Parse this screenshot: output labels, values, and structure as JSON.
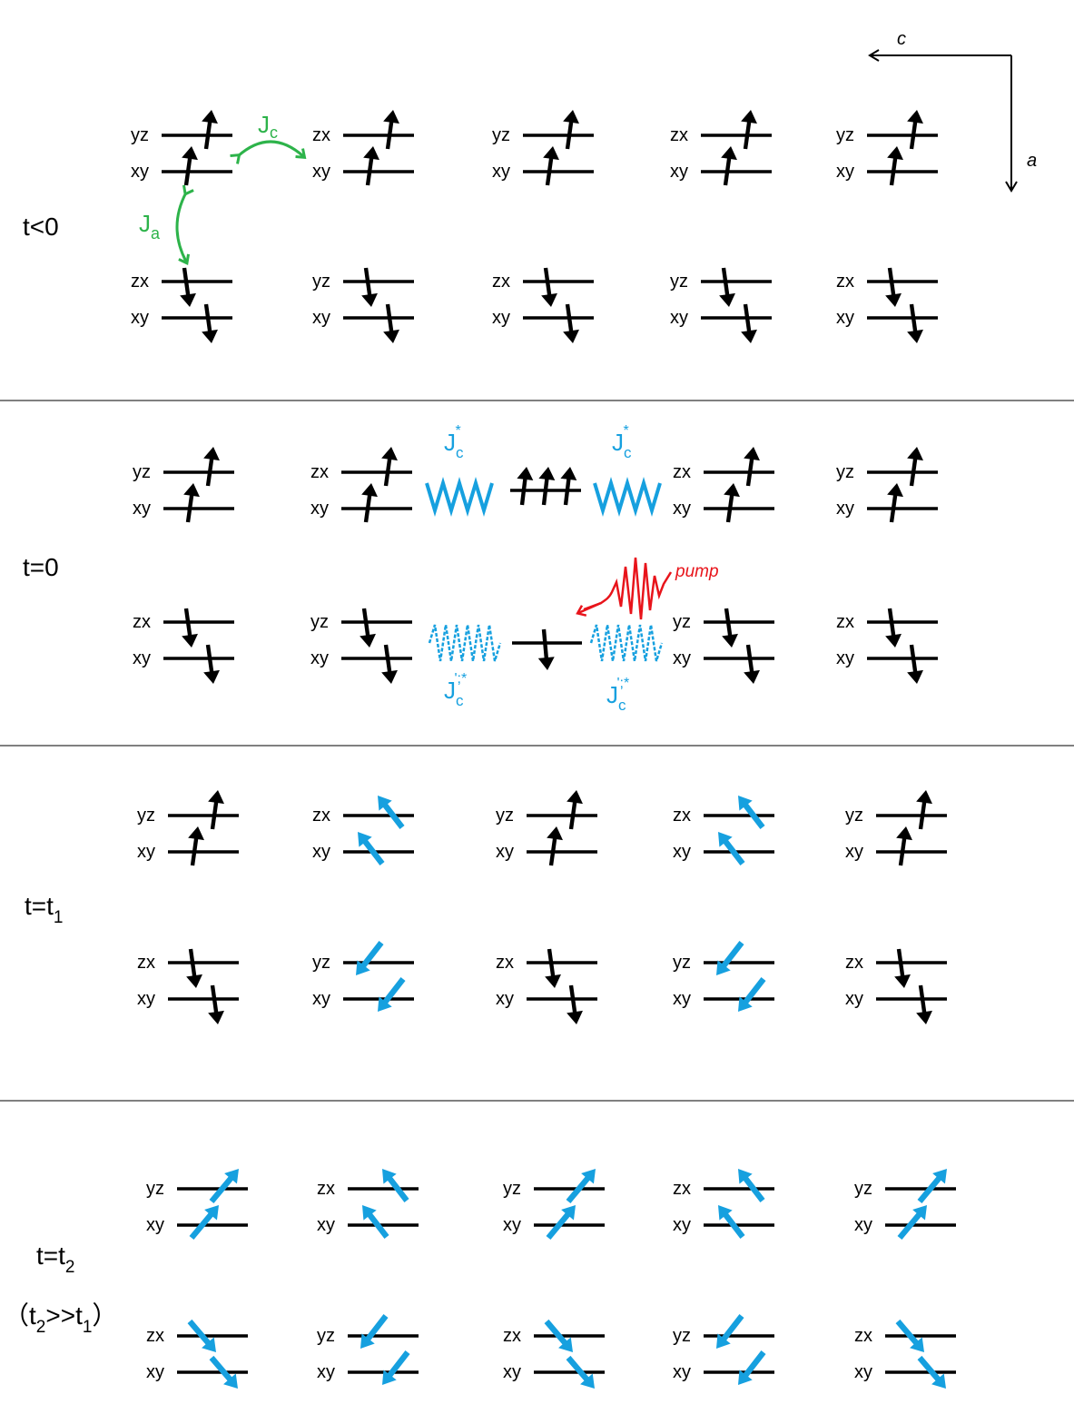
{
  "axes": {
    "c_label": "c",
    "a_label": "a"
  },
  "colors": {
    "black": "#000000",
    "green": "#2db34a",
    "blue": "#16a0df",
    "red": "#e8141b"
  },
  "coupling_labels": {
    "Jc": {
      "main": "J",
      "sub": "c"
    },
    "Ja": {
      "main": "J",
      "sub": "a"
    },
    "Jc_star": {
      "main": "J",
      "sub": "c",
      "sup": "*"
    },
    "Jc_prime_star": {
      "main": "J",
      "sub": "c",
      "sup": "';*"
    },
    "pump": "pump"
  },
  "time_labels": {
    "t_lt_0": "t<0",
    "t_eq_0": "t=0",
    "t_eq_t1": {
      "main": "t=t",
      "sub": "1"
    },
    "t_eq_t2": {
      "main": "t=t",
      "sub": "2"
    },
    "t2_cond": {
      "open": "（t",
      "sub1": "2",
      "mid": ">>t",
      "sub2": "1",
      "close": "）"
    }
  },
  "orbital_labels": {
    "panel1": {
      "top": [
        [
          "yz",
          "xy"
        ],
        [
          "zx",
          "xy"
        ],
        [
          "yz",
          "xy"
        ],
        [
          "zx",
          "xy"
        ],
        [
          "yz",
          "xy"
        ]
      ],
      "bottom": [
        [
          "zx",
          "xy"
        ],
        [
          "yz",
          "xy"
        ],
        [
          "zx",
          "xy"
        ],
        [
          "yz",
          "xy"
        ],
        [
          "zx",
          "xy"
        ]
      ]
    },
    "panel2": {
      "top": [
        [
          "yz",
          "xy"
        ],
        [
          "zx",
          "xy"
        ],
        [
          "zx",
          "xy"
        ],
        [
          "yz",
          "xy"
        ]
      ],
      "bottom": [
        [
          "zx",
          "xy"
        ],
        [
          "yz",
          "xy"
        ],
        [
          "yz",
          "xy"
        ],
        [
          "zx",
          "xy"
        ]
      ]
    },
    "panel3": {
      "top": [
        [
          "yz",
          "xy"
        ],
        [
          "zx",
          "xy"
        ],
        [
          "yz",
          "xy"
        ],
        [
          "zx",
          "xy"
        ],
        [
          "yz",
          "xy"
        ]
      ],
      "bottom": [
        [
          "zx",
          "xy"
        ],
        [
          "yz",
          "xy"
        ],
        [
          "zx",
          "xy"
        ],
        [
          "yz",
          "xy"
        ],
        [
          "zx",
          "xy"
        ]
      ]
    },
    "panel4": {
      "top": [
        [
          "yz",
          "xy"
        ],
        [
          "zx",
          "xy"
        ],
        [
          "yz",
          "xy"
        ],
        [
          "zx",
          "xy"
        ],
        [
          "yz",
          "xy"
        ]
      ],
      "bottom": [
        [
          "zx",
          "xy"
        ],
        [
          "yz",
          "xy"
        ],
        [
          "zx",
          "xy"
        ],
        [
          "yz",
          "xy"
        ],
        [
          "zx",
          "xy"
        ]
      ]
    }
  },
  "spin_states": {
    "panel1": {
      "top": [
        "up",
        "up",
        "up",
        "up",
        "up"
      ],
      "bottom": [
        "down",
        "down",
        "down",
        "down",
        "down"
      ]
    },
    "panel2": {
      "top": [
        "up",
        "up",
        "up",
        "up"
      ],
      "bottom": [
        "down",
        "down",
        "down",
        "down"
      ]
    },
    "panel3": {
      "top": [
        "up",
        "up-left",
        "up",
        "up-left",
        "up"
      ],
      "bottom": [
        "down",
        "down-left",
        "down",
        "down-left",
        "down"
      ]
    },
    "panel4": {
      "top": [
        "up-right",
        "up-left",
        "up-right",
        "up-left",
        "up-right"
      ],
      "bottom": [
        "down-right",
        "down-left",
        "down-right",
        "down-left",
        "down-right"
      ]
    }
  }
}
